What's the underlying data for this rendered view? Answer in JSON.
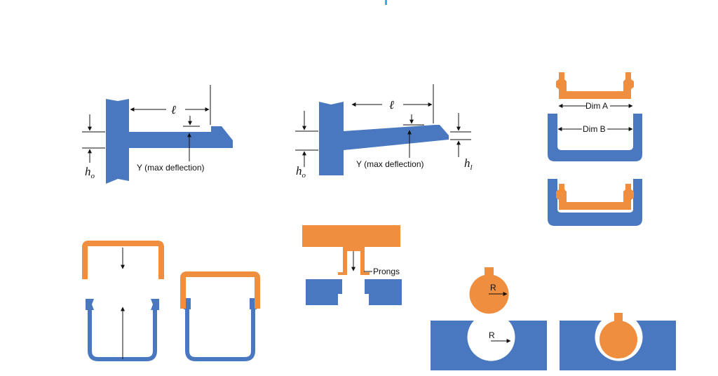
{
  "colors": {
    "part_blue": "#4A78C0",
    "part_orange": "#EE8E3E",
    "line": "#111111",
    "accent_cyan": "#2BB3E6"
  },
  "cantilever_straight": {
    "length_symbol": "ℓ",
    "thickness_symbol": "h",
    "thickness_subscript": "o",
    "deflection_label": "Y (max deflection)"
  },
  "cantilever_tapered": {
    "length_symbol": "ℓ",
    "root_thickness_symbol": "h",
    "root_thickness_subscript": "o",
    "tip_thickness_symbol": "h",
    "tip_thickness_subscript": "l",
    "deflection_label": "Y (max deflection)"
  },
  "annular_fit": {
    "dim_a_label": "Dim A",
    "dim_b_label": "Dim B"
  },
  "prong_fit": {
    "prongs_label": "Prongs"
  },
  "ball_socket": {
    "ball_radius_label": "R",
    "socket_radius_label": "R"
  }
}
